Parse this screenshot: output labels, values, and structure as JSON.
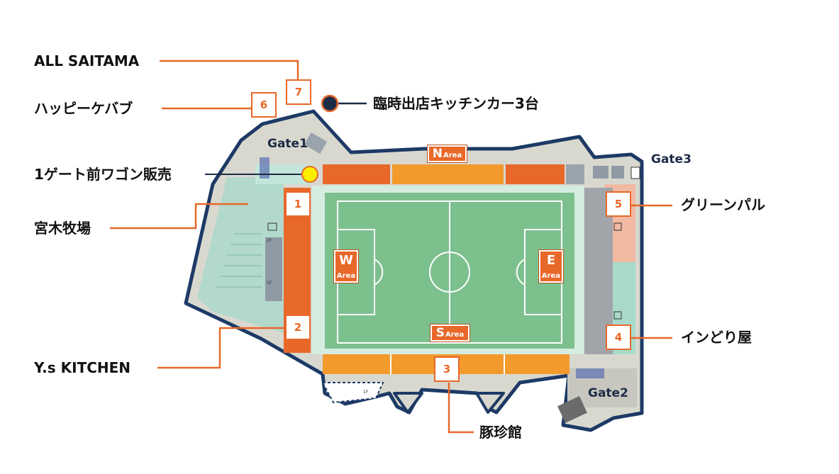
{
  "labels": {
    "all_saitama": "ALL SAITAMA",
    "happy_kebab": "ハッピーケバブ",
    "kitchen_car": "臨時出店キッチンカー3台",
    "wagon": "1ゲート前ワゴン販売",
    "miyaki": "宮木牧場",
    "ys_kitchen": "Y.s KITCHEN",
    "butachin": "豚珍館",
    "green_pal": "グリーンパル",
    "indoriya": "インどり屋"
  },
  "numbers": {
    "n1": "1",
    "n2": "2",
    "n3": "3",
    "n4": "4",
    "n5": "5",
    "n6": "6",
    "n7": "7"
  },
  "gates": {
    "gate1": "Gate1",
    "gate2": "Gate2",
    "gate3": "Gate3"
  },
  "areas": {
    "north": {
      "letter": "N",
      "word": "Area"
    },
    "south": {
      "letter": "S",
      "word": "Area"
    },
    "west": {
      "letter": "W",
      "word": "Area"
    },
    "east": {
      "letter": "E",
      "word": "Area"
    }
  },
  "floors": {
    "f2": "2F",
    "f1": "1F",
    "f1_south": "1F"
  },
  "colors": {
    "accent_orange": "#e8682a",
    "stand_orange": "#f39a2c",
    "pitch_green": "#7cc08e",
    "outline_navy": "#1d3a66",
    "kitchen_car_marker": "#1d2b47",
    "wagon_marker": "#ffee00"
  },
  "icons": [
    "kitchen-car-marker-icon",
    "wagon-marker-icon"
  ]
}
